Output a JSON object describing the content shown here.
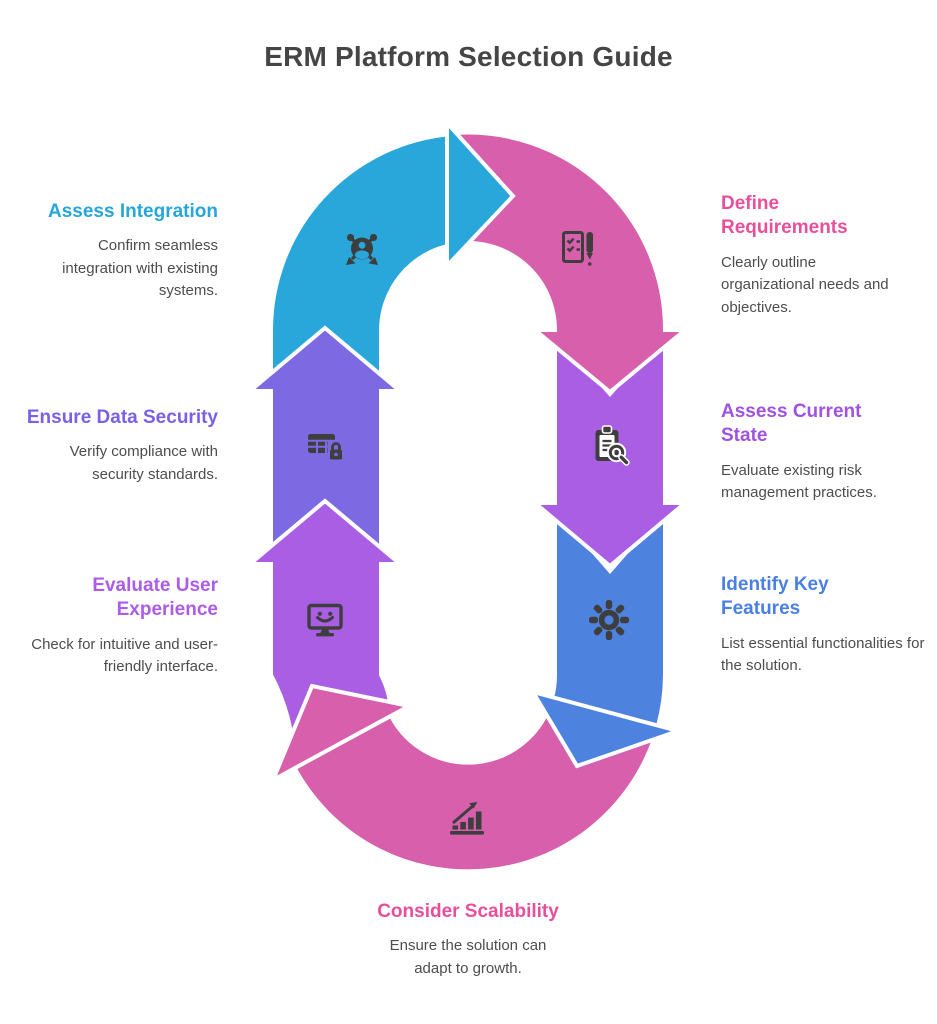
{
  "title": "ERM Platform Selection Guide",
  "colors": {
    "background": "#ffffff",
    "title_text": "#454545",
    "body_text": "#4d4d4d",
    "icon": "#3e3e3e",
    "arrow_outline": "#ffffff"
  },
  "steps": [
    {
      "name": "define-requirements",
      "title": "Define Requirements",
      "description": "Clearly outline organizational needs and objectives.",
      "accent": "#e94e9c",
      "arrow": "#d75fac",
      "icon": "checklist-pen-icon"
    },
    {
      "name": "assess-current-state",
      "title": "Assess Current State",
      "description": "Evaluate existing risk management practices.",
      "accent": "#a052e0",
      "arrow": "#aa5ee4",
      "icon": "clipboard-search-icon"
    },
    {
      "name": "identify-key-features",
      "title": "Identify Key Features",
      "description": "List essential functionalities for the solution.",
      "accent": "#4a80e6",
      "arrow": "#4e82df",
      "icon": "gear-icon"
    },
    {
      "name": "consider-scalability",
      "title": "Consider Scalability",
      "description": "Ensure the solution can adapt to growth.",
      "accent": "#e94e9c",
      "arrow": "#d75fac",
      "icon": "growth-chart-icon"
    },
    {
      "name": "evaluate-user-experience",
      "title": "Evaluate User Experience",
      "description": "Check for intuitive and user-friendly interface.",
      "accent": "#ac5ce8",
      "arrow": "#aa5ee4",
      "icon": "monitor-smiley-icon"
    },
    {
      "name": "ensure-data-security",
      "title": "Ensure Data Security",
      "description": "Verify compliance with security standards.",
      "accent": "#7a60e8",
      "arrow": "#7d6ae3",
      "icon": "table-lock-icon"
    },
    {
      "name": "assess-integration",
      "title": "Assess Integration",
      "description": "Confirm seamless integration with existing systems.",
      "accent": "#27a6da",
      "arrow": "#2aa7da",
      "icon": "user-network-icon"
    }
  ]
}
